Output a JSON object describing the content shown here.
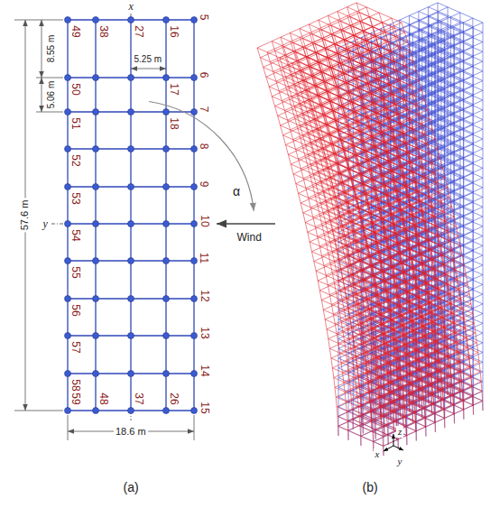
{
  "diagram": {
    "labels": [
      "(a)",
      "(b)",
      "49",
      "38",
      "27",
      "16",
      "5",
      "50",
      "51",
      "52",
      "53",
      "54",
      "55",
      "56",
      "57",
      "58",
      "59",
      "17",
      "18",
      "6",
      "7",
      "8",
      "9",
      "10",
      "11",
      "12",
      "13",
      "14",
      "15",
      "48",
      "37",
      "26",
      "8.55 m",
      "5.06 m",
      "5.25 m",
      "57.6 m",
      "18.6 m",
      "x",
      "y",
      "α",
      "Wind",
      "z",
      "x",
      "y"
    ]
  }
}
